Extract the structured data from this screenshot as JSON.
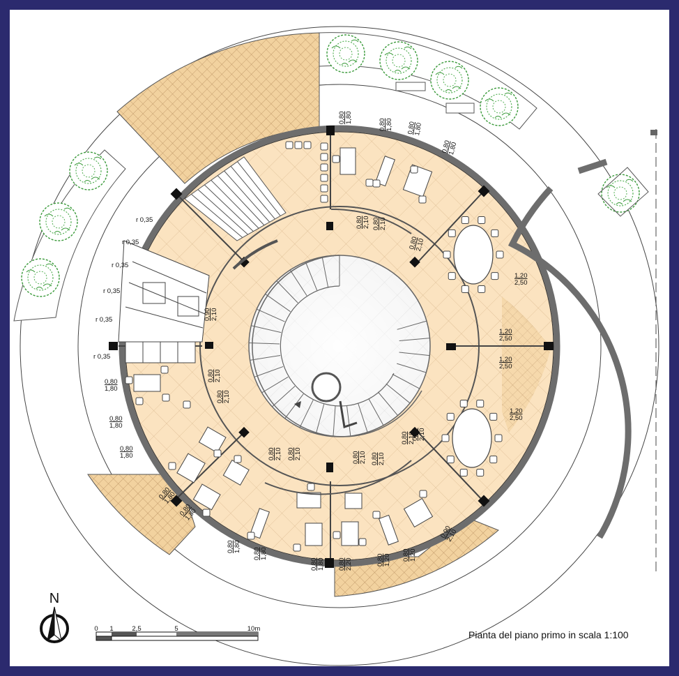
{
  "caption": "Pianta del piano primo in scala 1:100",
  "north_label": "N",
  "scale_bar": {
    "labels": [
      "0",
      "1",
      "2,5",
      "5",
      "10m"
    ]
  },
  "door_labels": [
    {
      "name": "door-north-1",
      "lines": [
        "0,80",
        "1,80"
      ]
    },
    {
      "name": "door-north-2",
      "lines": [
        "0,80",
        "1,80"
      ]
    },
    {
      "name": "door-north-3",
      "lines": [
        "0,80",
        "1,80"
      ]
    },
    {
      "name": "door-north-4",
      "lines": [
        "0,80",
        "1,80"
      ]
    },
    {
      "name": "door-inner-1",
      "lines": [
        "0,80",
        "2,10"
      ]
    },
    {
      "name": "door-inner-2",
      "lines": [
        "0,80",
        "2,10"
      ]
    },
    {
      "name": "door-inner-3",
      "lines": [
        "0,80",
        "2,10"
      ]
    },
    {
      "name": "door-east-1",
      "lines": [
        "1,20",
        "2,50"
      ]
    },
    {
      "name": "door-east-2",
      "lines": [
        "1,20",
        "2,50"
      ]
    },
    {
      "name": "door-east-3",
      "lines": [
        "1,20",
        "2,50"
      ]
    },
    {
      "name": "door-east-4",
      "lines": [
        "1,20",
        "2,50"
      ]
    },
    {
      "name": "door-wc",
      "lines": [
        "0,90",
        "2,10"
      ]
    },
    {
      "name": "door-west-1",
      "lines": [
        "0,80",
        "1,80"
      ]
    },
    {
      "name": "door-west-2",
      "lines": [
        "0,80",
        "1,80"
      ]
    },
    {
      "name": "door-west-3",
      "lines": [
        "0,80",
        "1,80"
      ]
    },
    {
      "name": "door-west-inner-1",
      "lines": [
        "0,80",
        "2,10"
      ]
    },
    {
      "name": "door-west-inner-2",
      "lines": [
        "0,80",
        "2,10"
      ]
    },
    {
      "name": "door-sw-1",
      "lines": [
        "0,80",
        "1,80"
      ]
    },
    {
      "name": "door-sw-2",
      "lines": [
        "0,80",
        "1,80"
      ]
    },
    {
      "name": "door-south-inner-1",
      "lines": [
        "0,80",
        "2,10"
      ]
    },
    {
      "name": "door-south-inner-2",
      "lines": [
        "0,80",
        "2,10"
      ]
    },
    {
      "name": "door-south-inner-3",
      "lines": [
        "0,80",
        "2,10"
      ]
    },
    {
      "name": "door-south-inner-4",
      "lines": [
        "0,80",
        "2,10"
      ]
    },
    {
      "name": "door-south-inner-5",
      "lines": [
        "0,80",
        "2,10"
      ]
    },
    {
      "name": "door-se-inner",
      "lines": [
        "0,80",
        "2,10"
      ]
    },
    {
      "name": "door-south-1",
      "lines": [
        "0,80",
        "1,80"
      ]
    },
    {
      "name": "door-south-2",
      "lines": [
        "0,80",
        "1,80"
      ]
    },
    {
      "name": "door-south-3",
      "lines": [
        "0,80",
        "1,80"
      ]
    },
    {
      "name": "door-south-4",
      "lines": [
        "0,80",
        "2,20"
      ]
    },
    {
      "name": "door-south-5",
      "lines": [
        "0,80",
        "1,20"
      ]
    },
    {
      "name": "door-south-6",
      "lines": [
        "0,80",
        "1,20"
      ]
    },
    {
      "name": "door-south-7",
      "lines": [
        "0,90",
        "2,10"
      ]
    }
  ],
  "window_labels": [
    "r 0,35",
    "r 0,35",
    "r 0,35",
    "r 0,35",
    "r 0,35",
    "r 0,35"
  ]
}
